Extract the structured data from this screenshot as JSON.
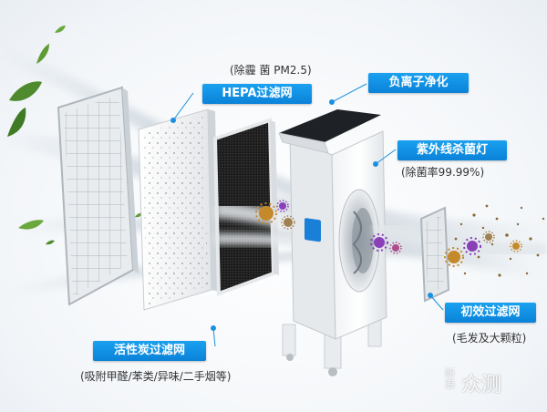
{
  "hepa": {
    "label": "HEPA过滤网",
    "note": "(除霾 菌 PM2.5)"
  },
  "ion": {
    "label": "负离子净化"
  },
  "uv": {
    "label": "紫外线杀菌灯",
    "note": "(除菌率99.99%)"
  },
  "primary": {
    "label": "初效过滤网",
    "note": "(毛发及大颗粒)"
  },
  "carbon": {
    "label": "活性炭过滤网",
    "note": "(吸附甲醛/苯类/异味/二手烟等)"
  },
  "watermark": {
    "line1": "新",
    "line2": "浪",
    "brand": "众测"
  },
  "colors": {
    "callout": "#0a8fe3",
    "leaf": "#4f8b2e",
    "germ_purple": "#8a3fb8",
    "germ_orange": "#c48a2a"
  },
  "icons": [
    "leaf-icon",
    "germ-icon"
  ]
}
